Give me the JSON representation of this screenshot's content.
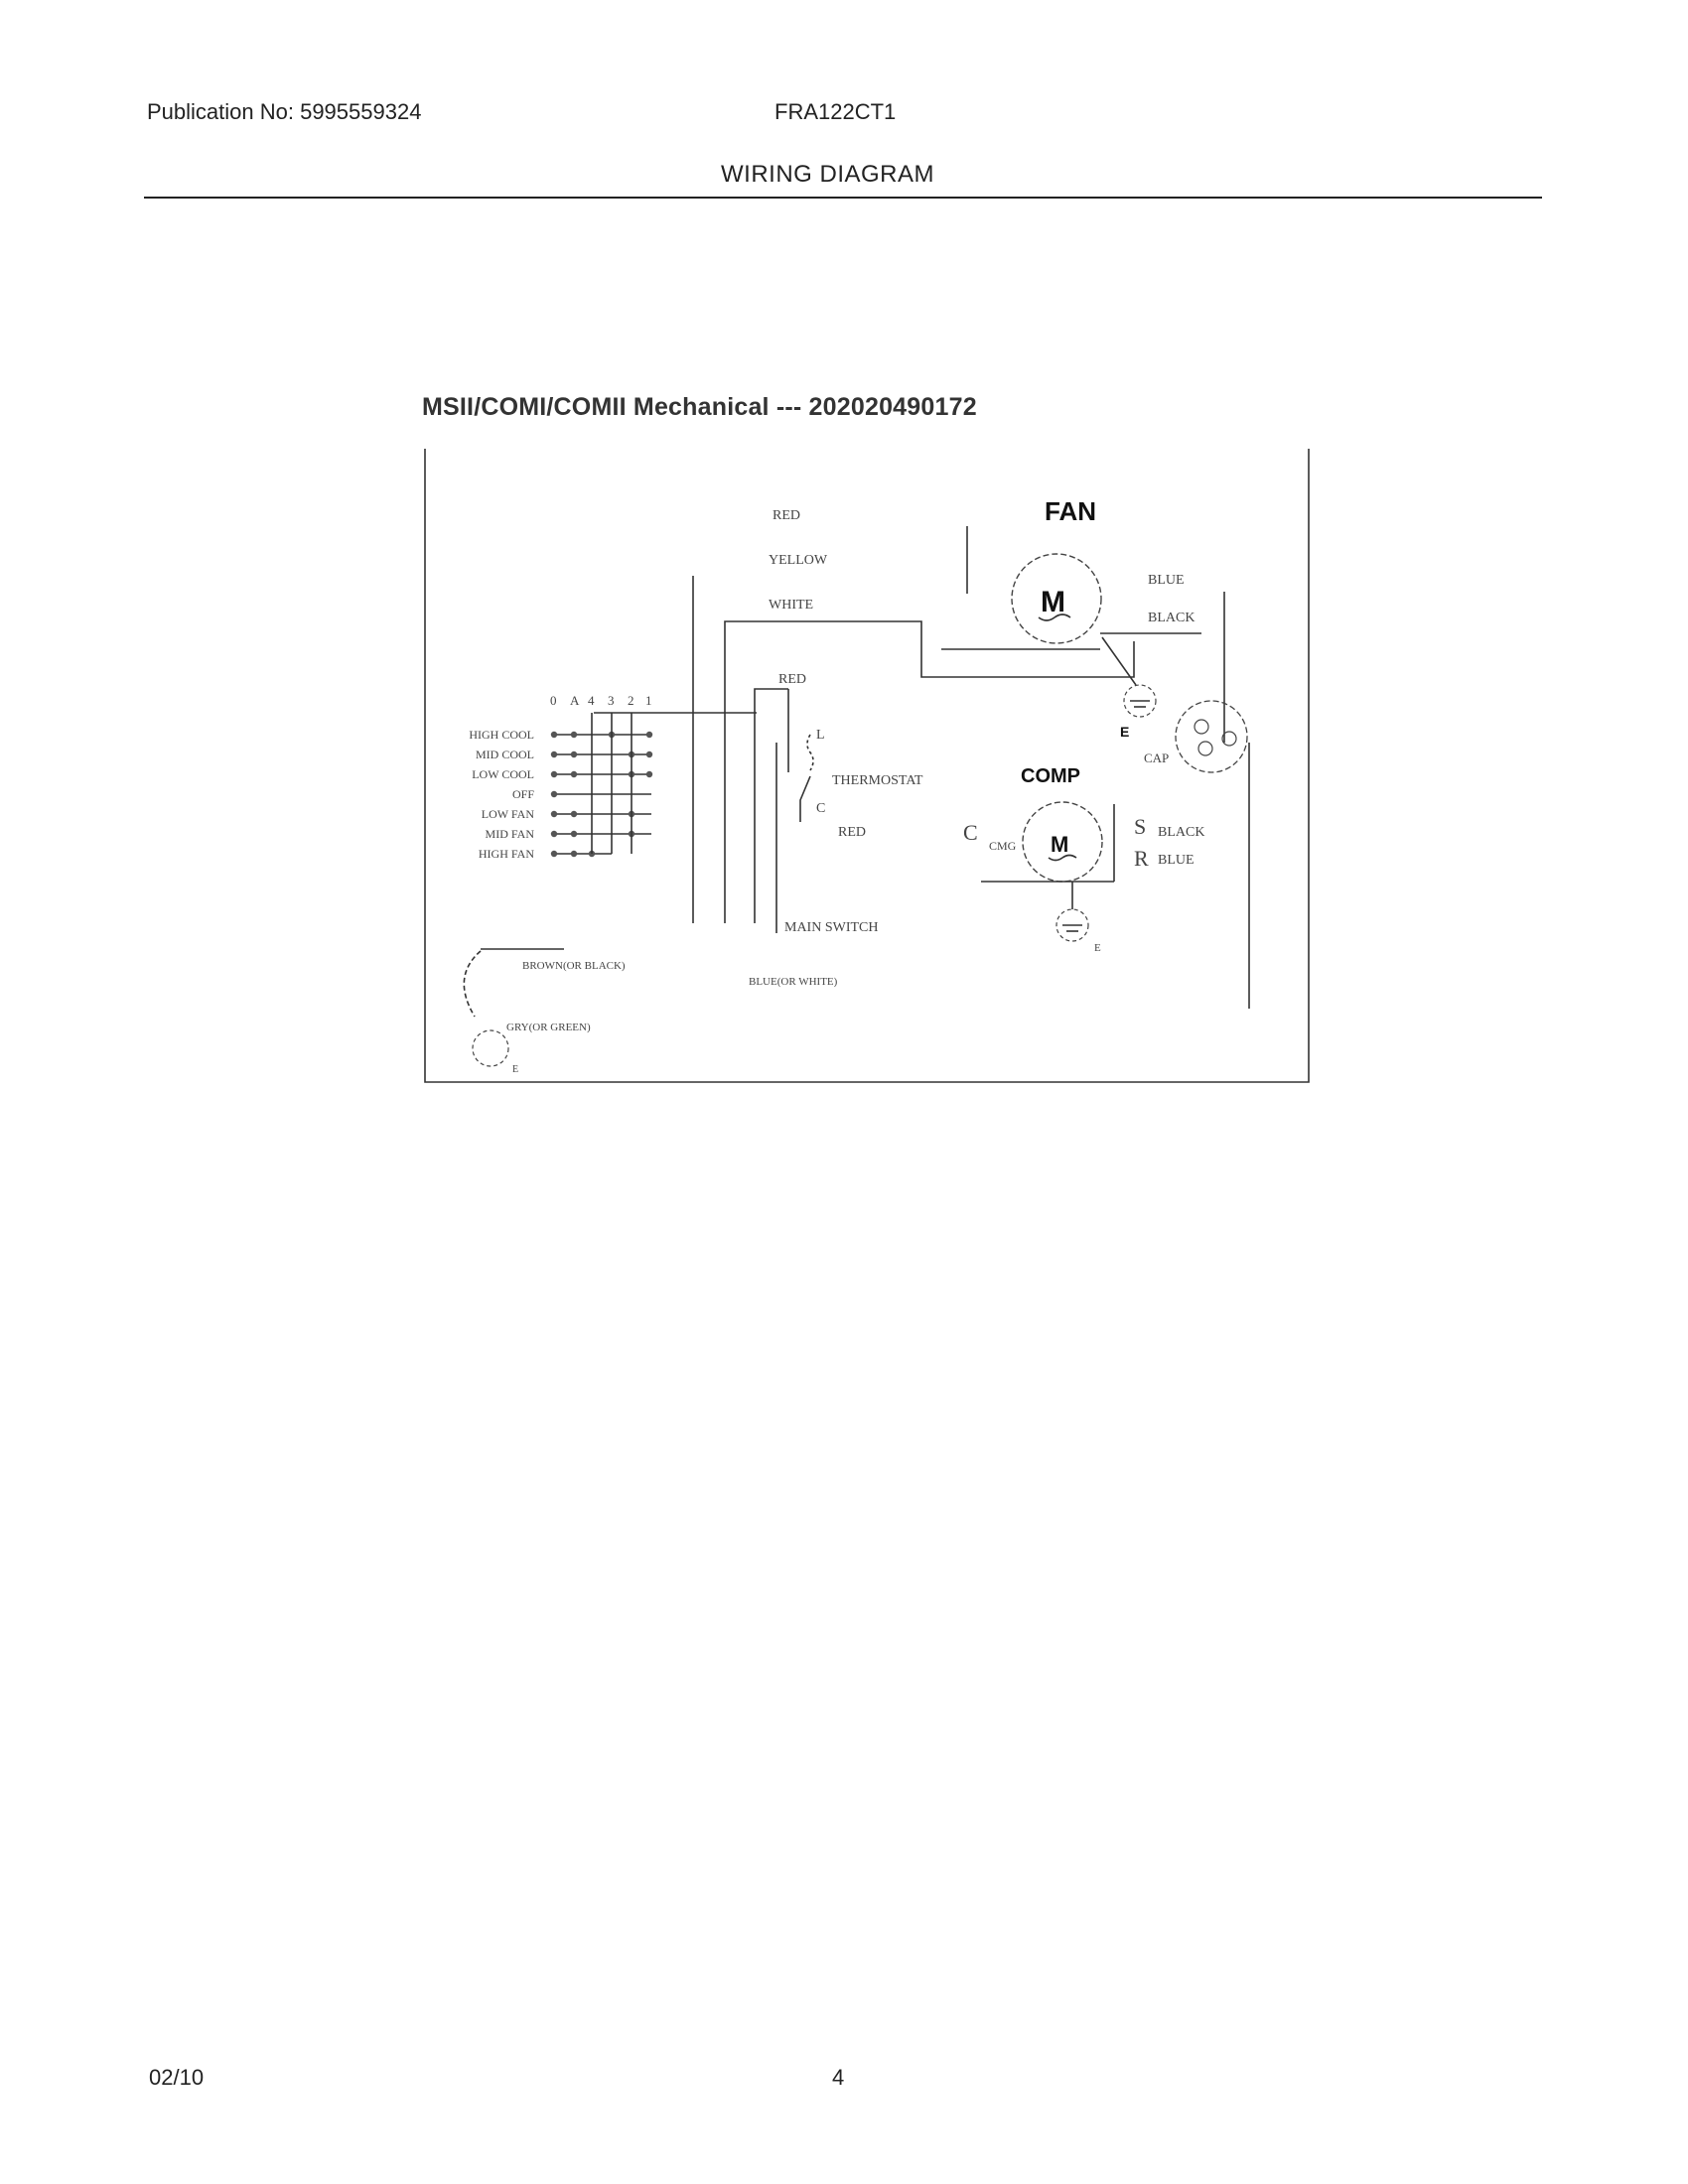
{
  "header": {
    "publication": "Publication No: 5995559324",
    "model": "FRA122CT1",
    "section_title": "WIRING DIAGRAM"
  },
  "diagram": {
    "subtitle": "MSII/COMI/COMII Mechanical --- 202020490172",
    "wires": {
      "red": "RED",
      "yellow": "YELLOW",
      "white": "WHITE",
      "red2": "RED",
      "blue": "BLUE",
      "black": "BLACK",
      "comp_black": "BLACK",
      "comp_blue": "BLUE",
      "thermo_red": "RED",
      "cord_black": "BROWN(OR BLACK)",
      "cord_white": "BLUE(OR WHITE)",
      "cord_green": "GRY(OR GREEN)"
    },
    "components": {
      "fan": "FAN",
      "comp": "COMP",
      "motor": "M",
      "thermostat": "THERMOSTAT",
      "main_switch": "MAIN SWITCH",
      "cap": "CAP",
      "ground_e": "E",
      "ground_e2": "E",
      "ground_e3": "E",
      "term_l": "L",
      "term_c": "C",
      "comp_c": "C",
      "comp_s": "S",
      "comp_r": "R",
      "comp_cmg": "CMG"
    },
    "switch_columns": [
      "0",
      "A",
      "4",
      "3",
      "2",
      "1"
    ],
    "switch_rows": [
      "HIGH COOL",
      "MID COOL",
      "LOW COOL",
      "OFF",
      "LOW FAN",
      "MID FAN",
      "HIGH FAN"
    ]
  },
  "footer": {
    "date": "02/10",
    "page": "4"
  }
}
